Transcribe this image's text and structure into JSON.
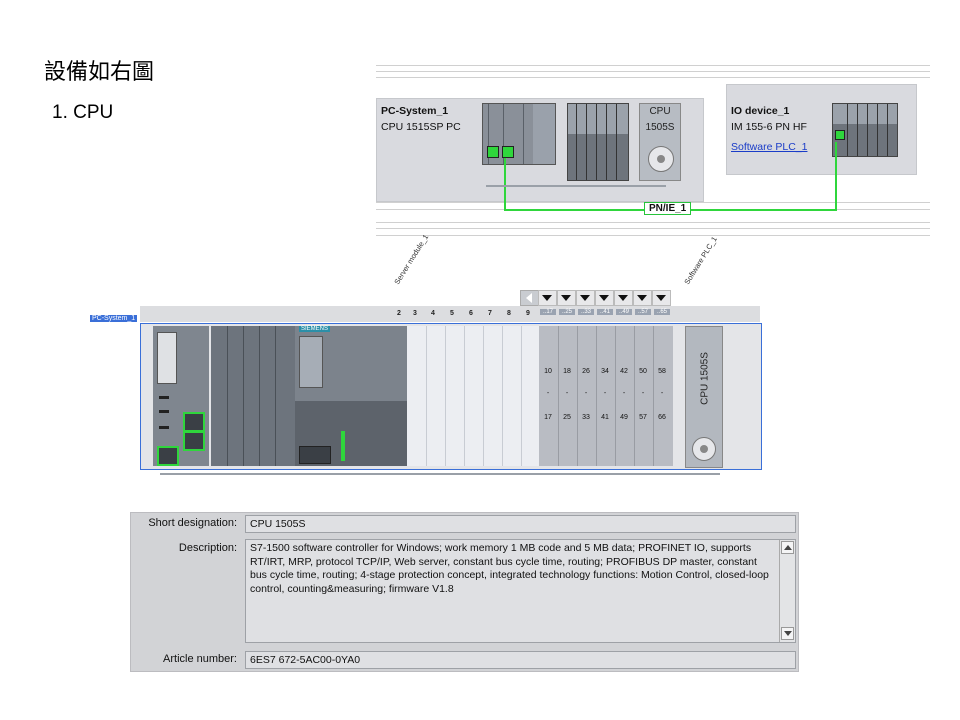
{
  "slide": {
    "title": "設備如右圖",
    "item": "1. CPU"
  },
  "network_view": {
    "pc_system": {
      "name": "PC-System_1",
      "type": "CPU 1515SP PC"
    },
    "cpu_module": {
      "label_line1": "CPU",
      "label_line2": "1505S"
    },
    "io_device": {
      "name": "IO device_1",
      "type": "IM 155-6 PN HF",
      "link": "Software PLC_1"
    },
    "subnet": "PN/IE_1"
  },
  "device_view": {
    "rack_label": "PC-System_1",
    "server_module_label": "Server module_1",
    "software_plc_label": "Software PLC_1",
    "slot_numbers": [
      "2",
      "3",
      "4",
      "5",
      "6",
      "7",
      "8",
      "9"
    ],
    "ranges": [
      "..17",
      "..25",
      "..33",
      "..41",
      "..49",
      "..57",
      "..65"
    ],
    "groups_top": [
      "10",
      "18",
      "26",
      "34",
      "42",
      "50",
      "58"
    ],
    "groups_mid": [
      "-",
      "-",
      "-",
      "-",
      "-",
      "-",
      "-"
    ],
    "groups_bottom": [
      "17",
      "25",
      "33",
      "41",
      "49",
      "57",
      "66"
    ],
    "cpu_vertical_label": "CPU 1505S",
    "module_brand": "SIEMENS"
  },
  "properties": {
    "short_designation_label": "Short designation:",
    "short_designation": "CPU 1505S",
    "description_label": "Description:",
    "description": "S7-1500 software controller for Windows; work memory 1 MB code and 5 MB data; PROFINET IO, supports RT/IRT, MRP, protocol TCP/IP, Web server, constant bus cycle time, routing; PROFIBUS DP master, constant bus cycle time, routing; 4-stage protection concept, integrated technology functions: Motion Control, closed-loop control, counting&measuring; firmware V1.8",
    "article_number_label": "Article number:",
    "article_number": "6ES7 672-5AC00-0YA0"
  },
  "colors": {
    "accent_green": "#2fd63c",
    "selection_blue": "#3a6fd8",
    "panel_gray": "#d2d3d6"
  }
}
